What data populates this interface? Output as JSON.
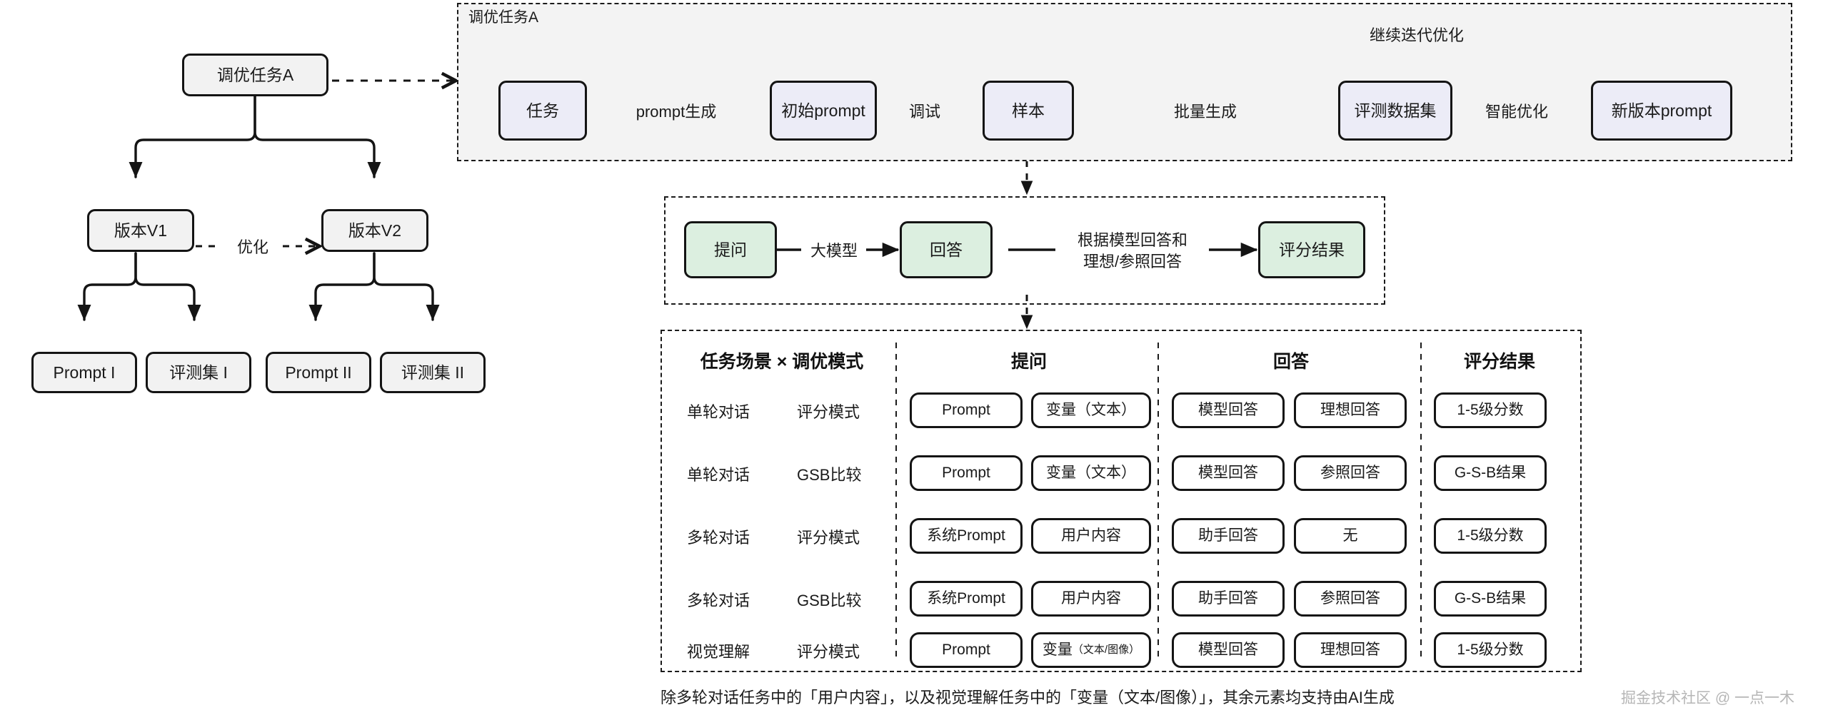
{
  "colors": {
    "blue_fill": "#ececf7",
    "green_fill": "#dcefe0",
    "grey_fill": "#f2f2f2",
    "panel_fill": "#f3f3f3",
    "stroke": "#141414",
    "watermark": "#b6b6b6"
  },
  "left_tree": {
    "root": "调优任务A",
    "versions": [
      "版本V1",
      "版本V2"
    ],
    "version_edge_label": "优化",
    "leaves_v1": [
      "Prompt I",
      "评测集 I"
    ],
    "leaves_v2": [
      "Prompt II",
      "评测集 II"
    ]
  },
  "top_flow": {
    "group_label": "调优任务A",
    "nodes": [
      "任务",
      "初始prompt",
      "样本",
      "评测数据集",
      "新版本prompt"
    ],
    "edge_labels": [
      "prompt生成",
      "调试",
      "批量生成",
      "智能优化"
    ],
    "feedback_label": "继续迭代优化"
  },
  "mid_flow": {
    "nodes": [
      "提问",
      "回答",
      "评分结果"
    ],
    "edge_labels": [
      "大模型",
      "根据模型回答和\n理想/参照回答"
    ],
    "edge_label_line1": "根据模型回答和",
    "edge_label_line2": "理想/参照回答"
  },
  "table": {
    "headers": [
      "任务场景 × 调优模式",
      "提问",
      "回答",
      "评分结果"
    ],
    "rows": [
      {
        "scenario": "单轮对话",
        "mode": "评分模式",
        "ask": [
          "Prompt",
          "变量（文本）"
        ],
        "answer": [
          "模型回答",
          "理想回答"
        ],
        "score": "1-5级分数"
      },
      {
        "scenario": "单轮对话",
        "mode": "GSB比较",
        "ask": [
          "Prompt",
          "变量（文本）"
        ],
        "answer": [
          "模型回答",
          "参照回答"
        ],
        "score": "G-S-B结果"
      },
      {
        "scenario": "多轮对话",
        "mode": "评分模式",
        "ask": [
          "系统Prompt",
          "用户内容"
        ],
        "answer": [
          "助手回答",
          "无"
        ],
        "score": "1-5级分数"
      },
      {
        "scenario": "多轮对话",
        "mode": "GSB比较",
        "ask": [
          "系统Prompt",
          "用户内容"
        ],
        "answer": [
          "助手回答",
          "参照回答"
        ],
        "score": "G-S-B结果"
      },
      {
        "scenario": "视觉理解",
        "mode": "评分模式",
        "ask": [
          "Prompt",
          "变量"
        ],
        "ask_sub": "（文本/图像）",
        "answer": [
          "模型回答",
          "理想回答"
        ],
        "score": "1-5级分数"
      }
    ],
    "caption": "除多轮对话任务中的「用户内容」，以及视觉理解任务中的「变量（文本/图像）」，其余元素均支持由AI生成"
  },
  "watermark": "掘金技术社区 @ 一点一木"
}
